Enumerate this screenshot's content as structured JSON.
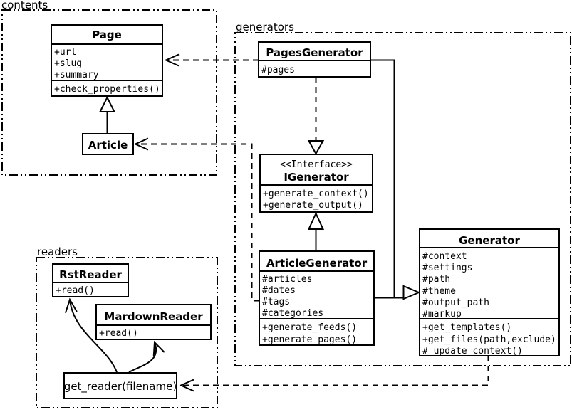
{
  "diagram": {
    "packages": {
      "contents": {
        "label": "contents"
      },
      "generators": {
        "label": "generators"
      },
      "readers": {
        "label": "readers"
      }
    },
    "classes": {
      "page": {
        "title": "Page",
        "attributes": [
          "+url",
          "+slug",
          "+summary"
        ],
        "methods": [
          "+check_properties()"
        ]
      },
      "article": {
        "title": "Article"
      },
      "pages_generator": {
        "title": "PagesGenerator",
        "attributes": [
          "#pages"
        ]
      },
      "igenerator": {
        "stereotype": "<<Interface>>",
        "title": "IGenerator",
        "methods": [
          "+generate_context()",
          "+generate_output()"
        ]
      },
      "article_generator": {
        "title": "ArticleGenerator",
        "attributes": [
          "#articles",
          "#dates",
          "#tags",
          "#categories"
        ],
        "methods": [
          "+generate_feeds()",
          "+generate_pages()"
        ]
      },
      "generator": {
        "title": "Generator",
        "attributes": [
          "#context",
          "#settings",
          "#path",
          "#theme",
          "#output_path",
          "#markup"
        ],
        "methods": [
          "+get_templates()",
          "+get_files(path,exclude)",
          "#_update_context()"
        ]
      },
      "rst_reader": {
        "title": "RstReader",
        "methods": [
          "+read()"
        ]
      },
      "mardown_reader": {
        "title": "MardownReader",
        "methods": [
          "+read()"
        ]
      }
    },
    "nodes": {
      "get_reader": {
        "label": "get_reader(filename)"
      }
    },
    "colors": {
      "stroke": "#000000",
      "background": "#ffffff"
    }
  }
}
